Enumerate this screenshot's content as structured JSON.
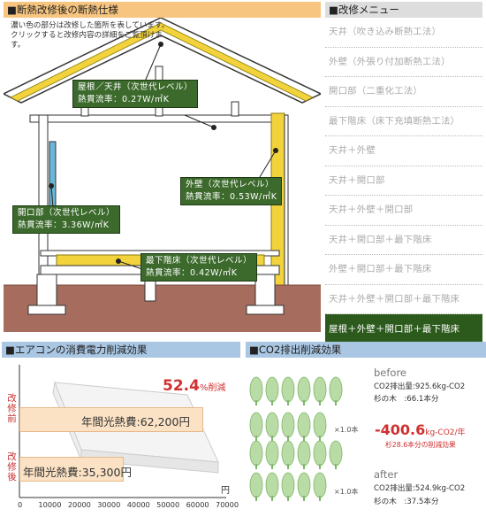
{
  "house_panel": {
    "title": "■断熱改修後の断熱仕様",
    "note": "濃い色の部分は改修した箇所を表しています。クリックすると改修内容の詳細をご覧頂けます。",
    "specs": {
      "roof": {
        "line1": "屋根／天井（次世代レベル）",
        "line2": "熱貫流率：0.27W/㎡K"
      },
      "wall": {
        "line1": "外壁（次世代レベル）",
        "line2": "熱貫流率：0.53W/㎡K"
      },
      "opening": {
        "line1": "開口部（次世代レベル）",
        "line2": "熱貫流率：3.36W/㎡K"
      },
      "floor": {
        "line1": "最下階床（次世代レベル）",
        "line2": "熱貫流率：0.42W/㎡K"
      }
    },
    "colors": {
      "insulation": "#f2d33b",
      "ground": "#a66d5e",
      "spec_box": "#3c6a2c"
    }
  },
  "menu": {
    "title": "■改修メニュー",
    "items": [
      "天井（吹き込み断熱工法）",
      "外壁（外張り付加断熱工法）",
      "開口部（二重化工法）",
      "最下階床（床下充填断熱工法）",
      "天井＋外壁",
      "天井＋開口部",
      "天井＋外壁＋開口部",
      "天井＋開口部＋最下階床",
      "外壁＋開口部＋最下階床",
      "天井＋外壁＋開口部＋最下階床",
      "屋根＋外壁＋開口部＋最下階床"
    ],
    "active_index": 10,
    "active_color": "#2c5a1c"
  },
  "aircon": {
    "title": "■エアコンの消費電力削減効果",
    "before_label": "改修前",
    "after_label": "改修後",
    "before_text": "年間光熱費:62,200円",
    "after_text": "年間光熱費:35,300円",
    "reduction_value": "52.4",
    "reduction_suffix": "%削減",
    "unit": "円",
    "ticks": [
      "0",
      "10000",
      "20000",
      "30000",
      "40000",
      "50000",
      "60000",
      "70000"
    ],
    "chart_data": {
      "type": "bar",
      "categories": [
        "改修前",
        "改修後"
      ],
      "values": [
        62200,
        35300
      ],
      "xlim": [
        0,
        70000
      ]
    }
  },
  "co2": {
    "title": "■CO2排出削減効果",
    "before_head": "before",
    "before_line1": "CO2排出量:925.6kg-CO2",
    "before_line2": "杉の木　:66.1本分",
    "reduction": "-400.6",
    "reduction_unit": "kg-CO2/年",
    "reduction_sub": "杉28.6本分の削減効果",
    "after_head": "after",
    "after_line1": "CO2排出量:524.9kg-CO2",
    "after_line2": "杉の木　:37.5本分",
    "tree_multiplier": "×1.0本",
    "tree_multiplier_2": "×1.0本",
    "tree_color": "#b9dca6"
  }
}
